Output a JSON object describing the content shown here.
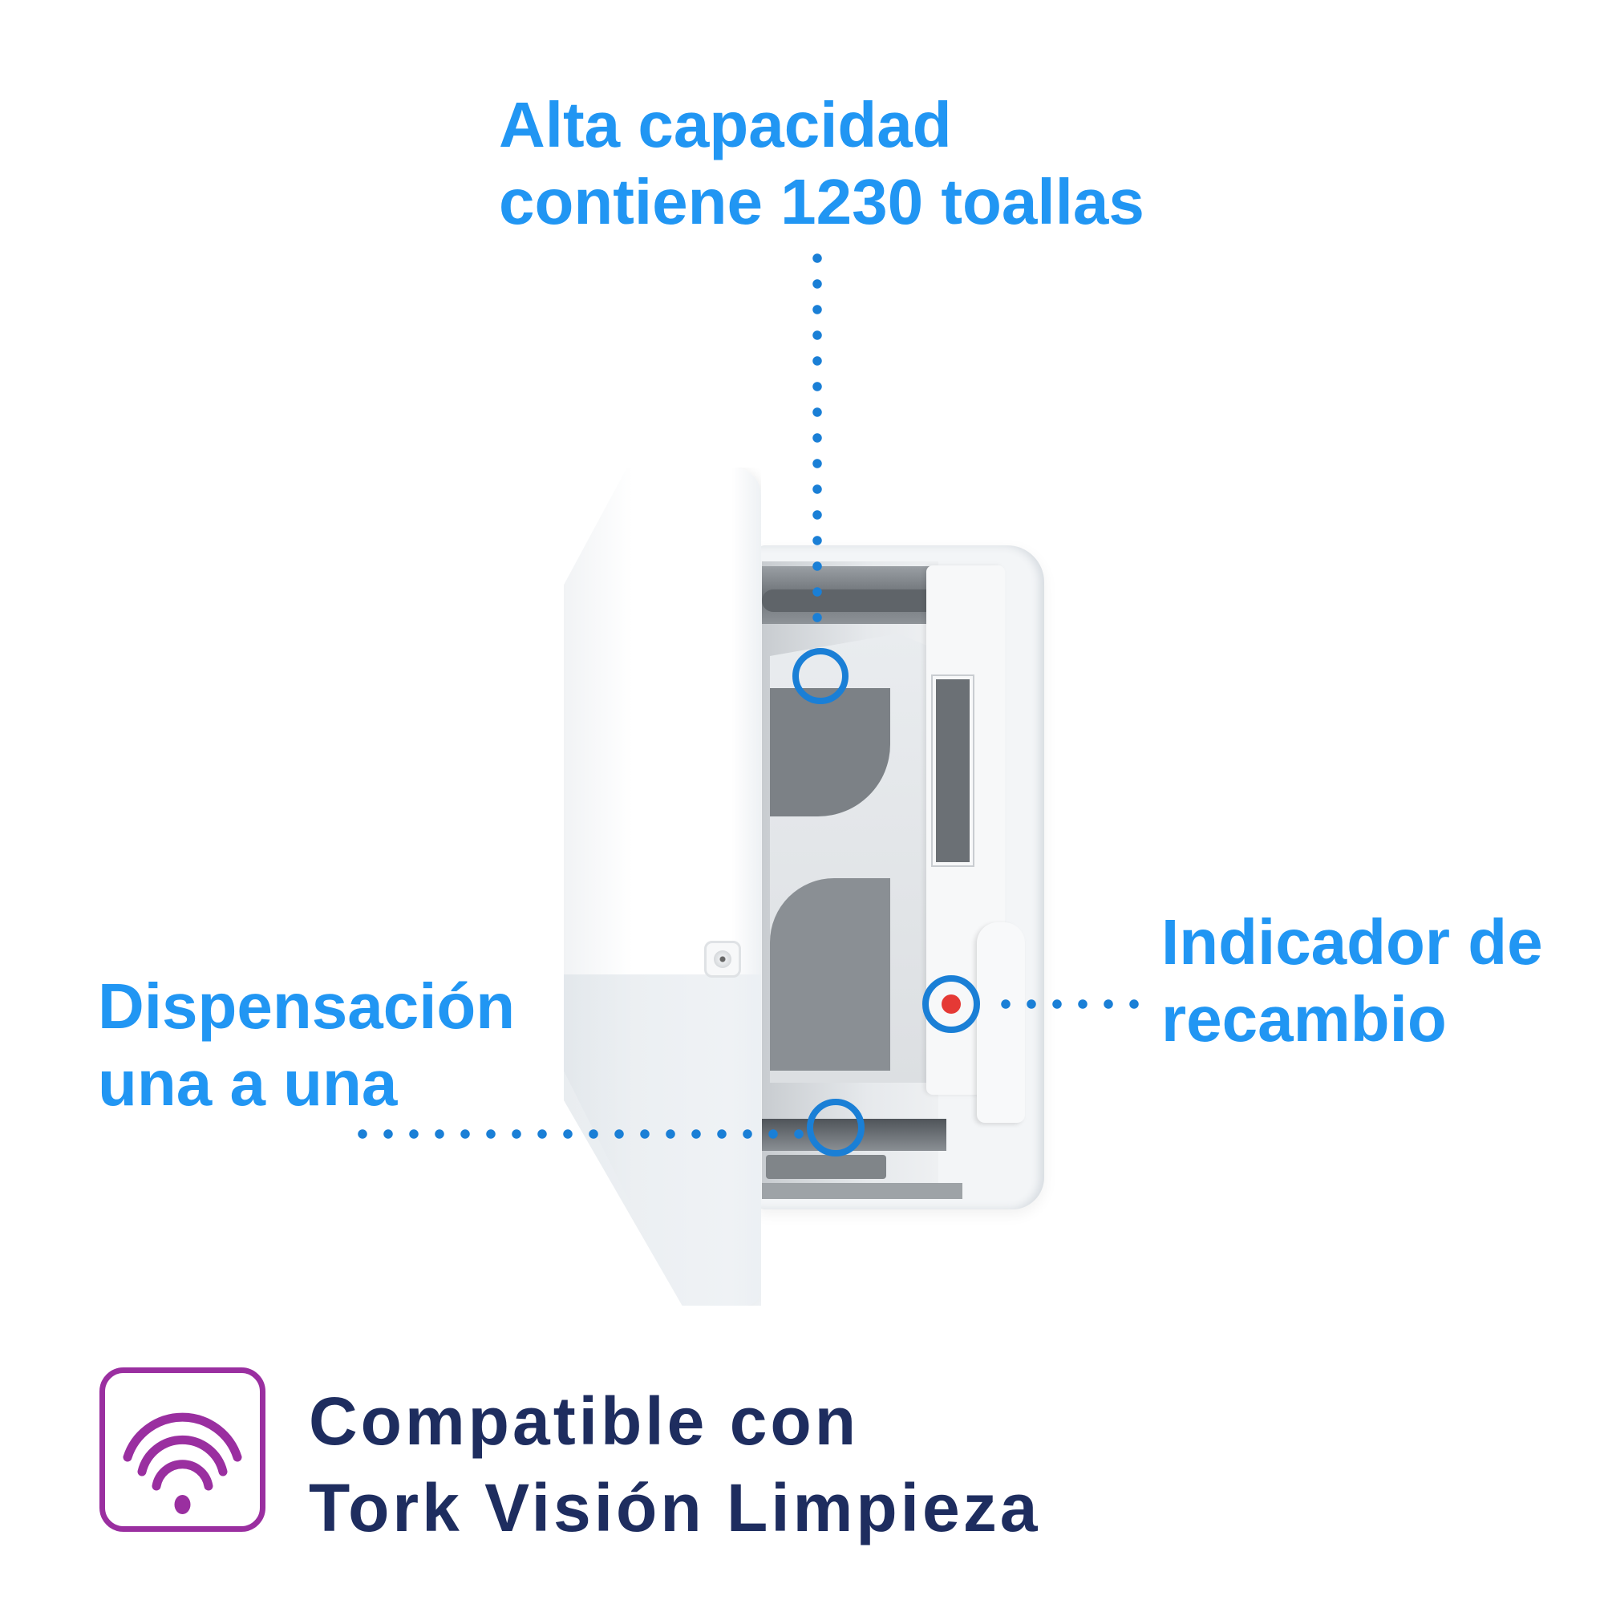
{
  "callouts": {
    "capacity": {
      "line1": "Alta capacidad",
      "line2": "contiene 1230 toallas"
    },
    "refill_indicator": {
      "line1": "Indicador de",
      "line2": "recambio"
    },
    "dispensing": {
      "line1": "Dispensación",
      "line2": "una a una"
    }
  },
  "badge": {
    "icon": "wifi-icon",
    "line1": "Compatible con",
    "line2": "Tork Visión Limpieza"
  },
  "colors": {
    "callout_text": "#2196f3",
    "leader_lines": "#1a7fd6",
    "badge_text": "#1e2d5f",
    "badge_icon": "#9a2fa0",
    "indicator_light": "#e53935"
  }
}
